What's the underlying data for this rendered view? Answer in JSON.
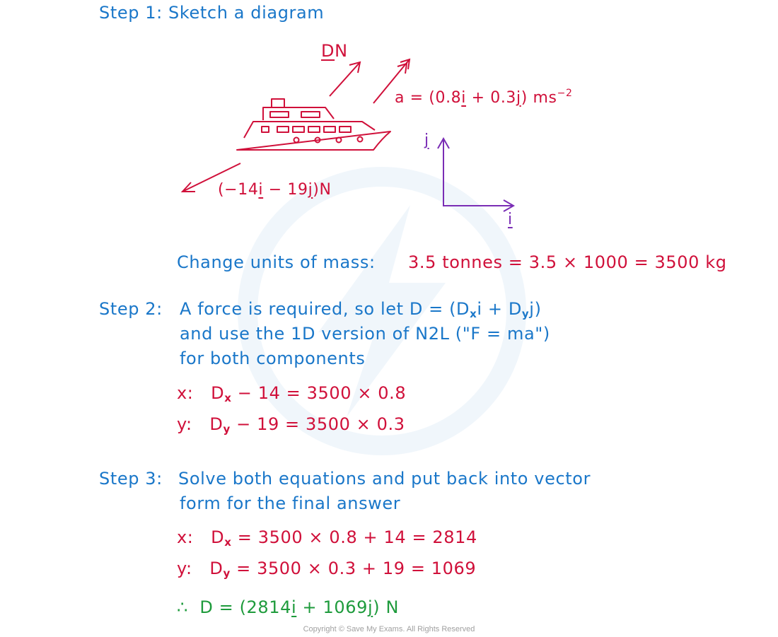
{
  "step1": {
    "heading": "Step 1:  Sketch a diagram",
    "force_D": "DN",
    "acceleration": "a = (0.8i + 0.3j) ms⁻²",
    "resistance": "(−14i − 19j)N",
    "axis_j": "j",
    "axis_i": "i",
    "mass_label": "Change units of mass:",
    "mass_conversion": "3.5  tonnes = 3.5 × 1000 = 3500 kg"
  },
  "step2": {
    "heading": "Step 2:",
    "line1": "A force is required, so let D = (Dxi + Dyj)",
    "line2": "and use the 1D version  of  N2L (\"F = ma\")",
    "line3": "for both components",
    "eq_x": "x:   Dx − 14 = 3500 × 0.8",
    "eq_y": "y:   Dy − 19 = 3500 × 0.3"
  },
  "step3": {
    "heading": "Step 3:",
    "line1": "Solve both equations and put back into vector",
    "line2": "form for the  final  answer",
    "eq_x": "x:   Dx = 3500 × 0.8 + 14 = 2814",
    "eq_y": "y:   Dy = 3500 × 0.3 + 19 = 1069",
    "answer": "∴  D = (2814i + 1069j) N"
  },
  "copyright": "Copyright © Save My Exams. All Rights Reserved",
  "colors": {
    "text_blue": "#1a77c9",
    "math_red": "#d0103a",
    "answer_green": "#1e9b3c",
    "axes_purple": "#7a2db5"
  }
}
